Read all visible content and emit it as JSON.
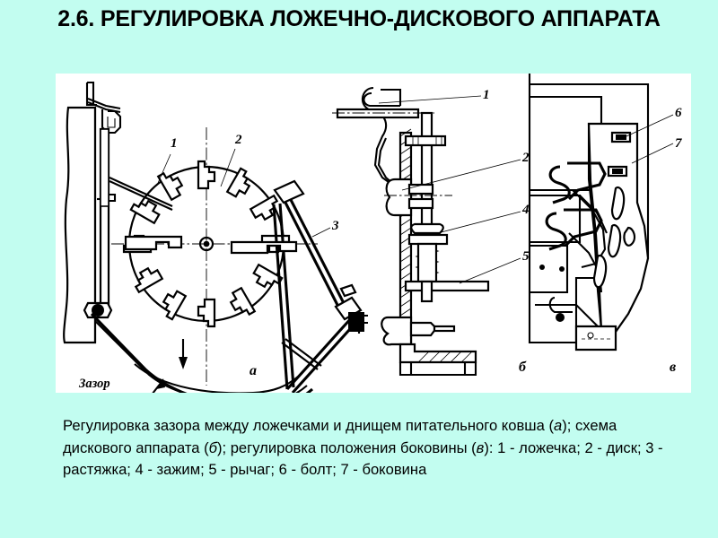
{
  "slide": {
    "background_color": "#c2fdf0",
    "panel_color": "#ffffff",
    "title": "2.6. РЕГУЛИРОВКА ЛОЖЕЧНО-ДИСКОВОГО АППАРАТА"
  },
  "figure": {
    "subfigures": [
      {
        "marker": "а",
        "name": "gap-adjustment-view"
      },
      {
        "marker": "б",
        "name": "disk-apparatus-scheme"
      },
      {
        "marker": "в",
        "name": "side-panel-adjustment-view"
      }
    ],
    "callouts_a": [
      {
        "id": "1",
        "name": "spoon"
      },
      {
        "id": "2",
        "name": "disk"
      },
      {
        "id": "3",
        "name": "brace"
      }
    ],
    "callouts_b": [
      {
        "id": "1",
        "name": "spoon"
      },
      {
        "id": "2",
        "name": "disk"
      },
      {
        "id": "4",
        "name": "clamp"
      },
      {
        "id": "5",
        "name": "lever"
      }
    ],
    "callouts_c": [
      {
        "id": "6",
        "name": "bolt"
      },
      {
        "id": "7",
        "name": "side-panel"
      }
    ],
    "gap_label": "Зазор"
  },
  "caption": {
    "line1": "Регулировка зазора между ложечками и днищем питательного ковша",
    "line2_pre": "(",
    "line2_a": "а",
    "line2_mid1": "); схема дискового аппарата (",
    "line2_b": "б",
    "line2_mid2": "); регулировка положения боковины (",
    "line2_c": "в",
    "line2_end": "):",
    "line3": "1 - ложечка; 2 - диск; 3 - растяжка; 4 - зажим; 5 - рычаг; 6 - болт; 7 -",
    "line4": "боковина"
  }
}
